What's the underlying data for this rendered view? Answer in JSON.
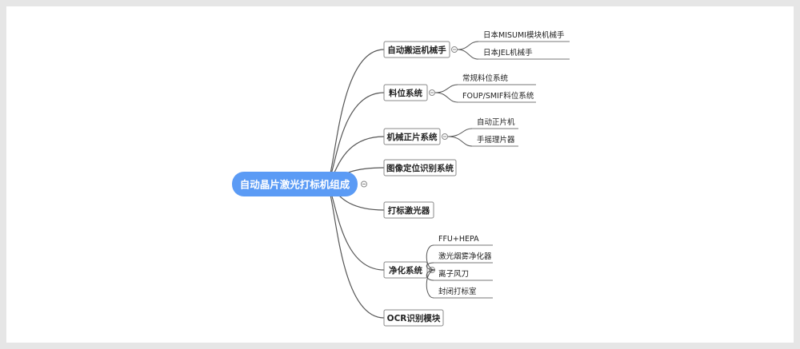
{
  "mindmap": {
    "root": "自动晶片激光打标机组成",
    "branches": [
      {
        "label": "自动搬运机械手",
        "children": [
          "日本MISUMI模块机械手",
          "日本JEL机械手"
        ]
      },
      {
        "label": "料位系统",
        "children": [
          "常规料位系统",
          "FOUP/SMIF料位系统"
        ]
      },
      {
        "label": "机械正片系统",
        "children": [
          "自动正片机",
          "手摇理片器"
        ]
      },
      {
        "label": "图像定位识别系统",
        "children": []
      },
      {
        "label": "打标激光器",
        "children": []
      },
      {
        "label": "净化系统",
        "children": [
          "FFU+HEPA",
          "激光烟雾净化器",
          "离子风刀",
          "封闭打标室"
        ]
      },
      {
        "label": "OCR识别模块",
        "children": []
      }
    ]
  },
  "colors": {
    "root_fill": "#5b9bf5",
    "root_text": "#ffffff",
    "line": "#555555",
    "node_border": "#888888",
    "text": "#222222"
  }
}
